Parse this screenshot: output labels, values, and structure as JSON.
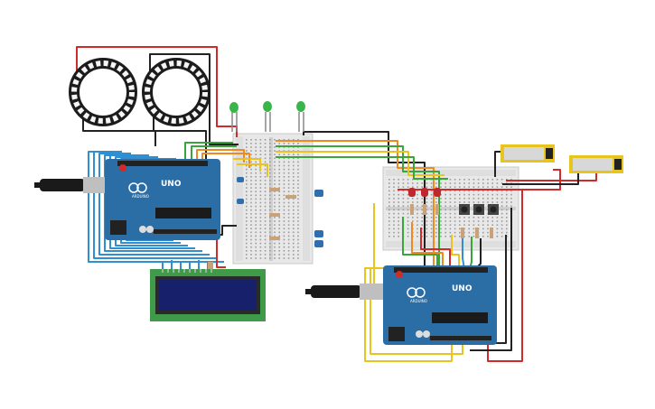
{
  "circuit": {
    "arduino_left": {
      "brand": "ARDUINO",
      "model": "UNO"
    },
    "arduino_right": {
      "brand": "ARDUINO",
      "model": "UNO"
    },
    "components": {
      "neopixel_rings": 2,
      "green_leds": 3,
      "red_leds": 3,
      "push_buttons": 3,
      "servo_displays": 2,
      "lcd": "16x2"
    },
    "colors": {
      "red_wire": "#d12a2a",
      "black_wire": "#222222",
      "orange_wire": "#ef8a1e",
      "yellow_wire": "#e8c51e",
      "green_wire": "#3aa53a",
      "blue_wire": "#2f8fd0",
      "arduino_board": "#2b6ea6",
      "lcd_board": "#3f9b4a",
      "lcd_screen": "#16206b",
      "breadboard": "#e6e6e6"
    }
  }
}
